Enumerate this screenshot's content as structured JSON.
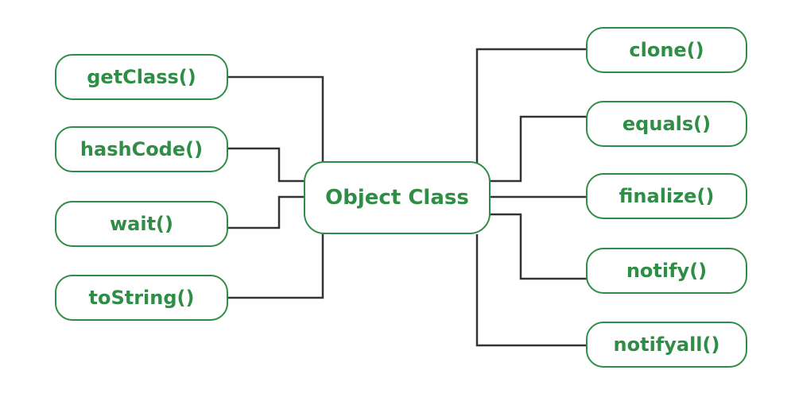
{
  "diagram": {
    "center": {
      "label": "Object Class"
    },
    "left_methods": [
      {
        "label": "getClass()"
      },
      {
        "label": "hashCode()"
      },
      {
        "label": "wait()"
      },
      {
        "label": "toString()"
      }
    ],
    "right_methods": [
      {
        "label": "clone()"
      },
      {
        "label": "equals()"
      },
      {
        "label": "finalize()"
      },
      {
        "label": "notify()"
      },
      {
        "label": "notifyall()"
      }
    ],
    "colors": {
      "accent": "#2f8d46",
      "connector": "#333333",
      "background": "#ffffff"
    }
  }
}
